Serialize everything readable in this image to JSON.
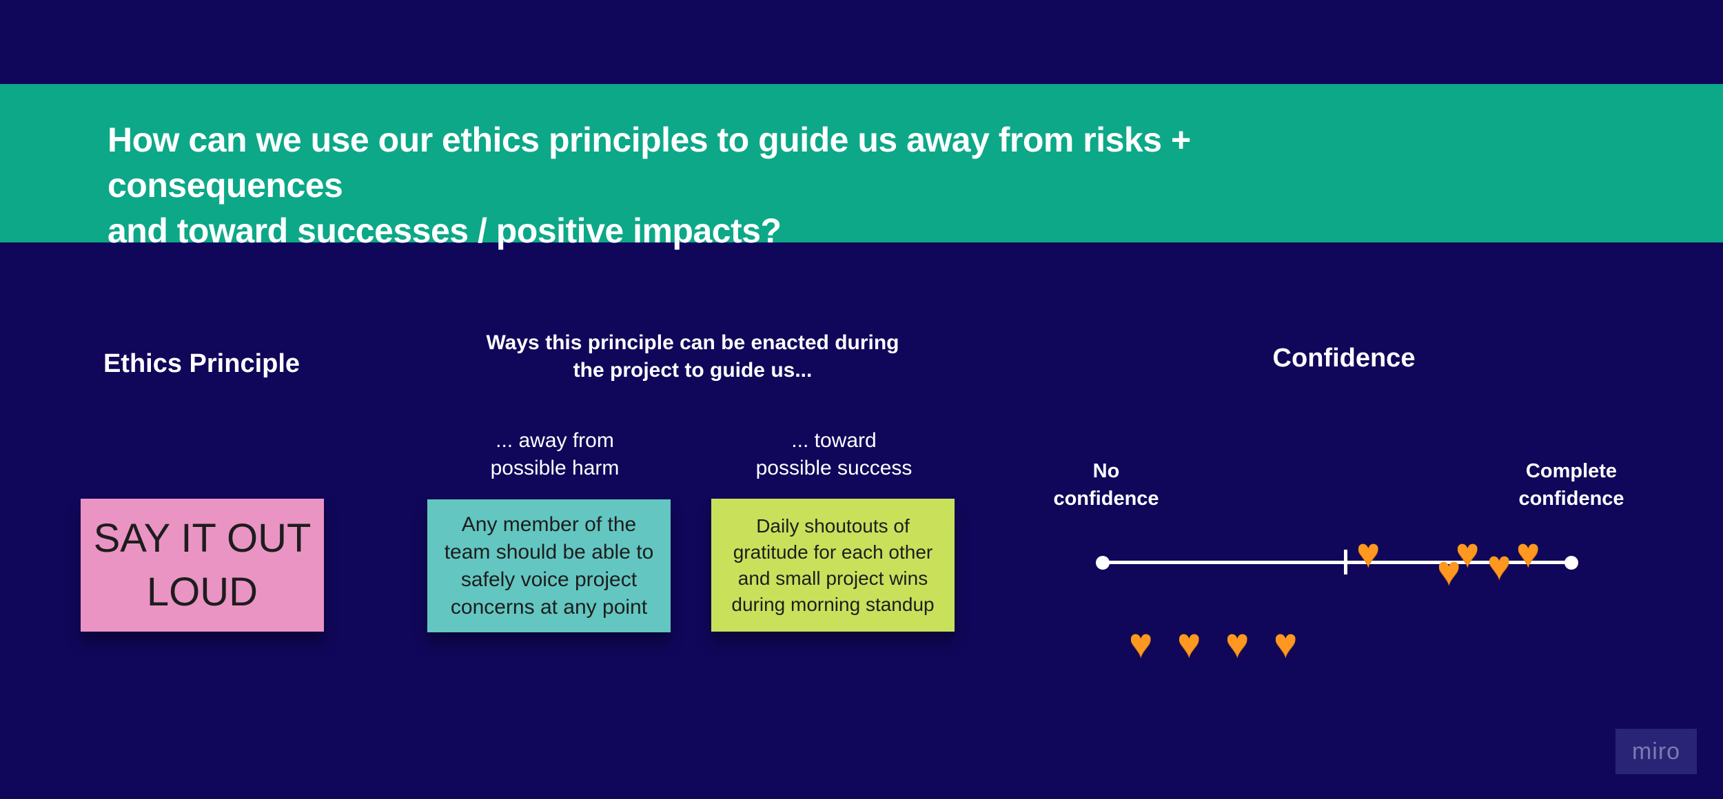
{
  "banner": {
    "title": "How can we use our ethics principles to guide us away from risks + consequences\nand toward successes / positive impacts?"
  },
  "columns": {
    "principle_heading": "Ethics Principle",
    "ways_heading": "Ways this principle can be enacted during\nthe project to guide us...",
    "away_label": "... away from\npossible harm",
    "toward_label": "... toward\npossible success",
    "confidence_heading": "Confidence"
  },
  "stickies": {
    "principle": "SAY IT OUT\nLOUD",
    "away": "Any member of the\nteam should be able to\nsafely voice project\nconcerns at any point",
    "toward": "Daily shoutouts of\ngratitude for each other\nand small project wins\nduring morning standup"
  },
  "confidence_scale": {
    "min_label": "No\nconfidence",
    "max_label": "Complete\nconfidence"
  },
  "hearts": {
    "glyph": "♥",
    "color": "#ff9820"
  },
  "watermark": "miro",
  "colors": {
    "background": "#10075a",
    "banner": "#0da888",
    "sticky_pink": "#ea94c4",
    "sticky_teal": "#63c6c1",
    "sticky_lime": "#c9e05b"
  }
}
